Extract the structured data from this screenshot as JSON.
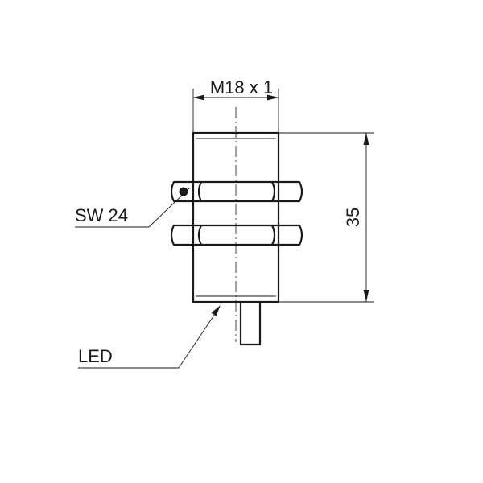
{
  "labels": {
    "thread": "M18 x 1",
    "length": "35",
    "wrench": "SW 24",
    "led": "LED"
  },
  "colors": {
    "line": "#1a1a1a",
    "background": "#ffffff"
  }
}
